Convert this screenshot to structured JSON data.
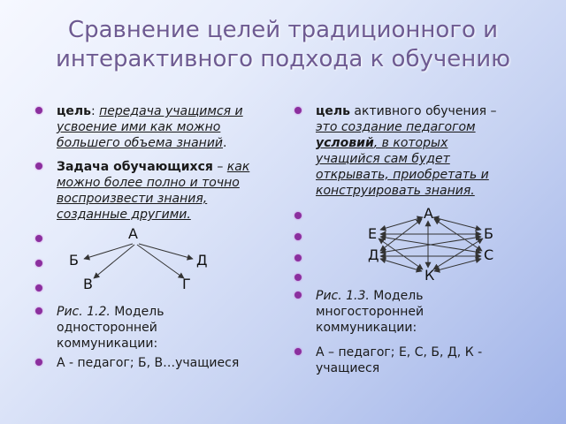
{
  "title": {
    "line1": "Сравнение целей традиционного и",
    "line2": "интерактивного подхода к обучению"
  },
  "left": {
    "goal": {
      "label": "цель",
      "sep": ": ",
      "l1": "передача учащимся и",
      "l2": "усвоение ими как можно",
      "l3": "большего объема знаний",
      "end": "."
    },
    "task": {
      "label": "Задача обучающихся",
      "sep": " – ",
      "l1": "как",
      "l2": "можно более полно и точно",
      "l3": "воспроизвести знания,",
      "l4": "созданные другими."
    },
    "diagram_labels": {
      "a": "А",
      "b": "Б",
      "d": "Д",
      "v": "В",
      "g": "Г"
    },
    "caption": {
      "prefix": "Рис. 1.2.",
      "l1": " Модель",
      "l2": "односторонней",
      "l3": "коммуникации:"
    },
    "legend": "А - педагог; Б, В…учащиеся"
  },
  "right": {
    "goal": {
      "label": "цель",
      "l1": " активного обучения –",
      "l2": "это создание педагогом",
      "l3b": "условий",
      "l3": ", в которых",
      "l4": "учащийся сам будет",
      "l5": "открывать, приобретать и",
      "l6": "конструировать знания."
    },
    "diagram_labels": {
      "a": "А",
      "e": "Е",
      "b": "Б",
      "d": "Д",
      "c": "С",
      "k": "К"
    },
    "caption": {
      "prefix": "Рис. 1.3.",
      "l1": " Модель",
      "l2": "многосторонней",
      "l3": "коммуникации:"
    },
    "legend": {
      "l1": "А – педагог; Е, С, Б, Д, К -",
      "l2": "учащиеся"
    }
  },
  "colors": {
    "title": "#6e5b92",
    "bullet": "#8b2f9e",
    "arrow": "#333333"
  }
}
